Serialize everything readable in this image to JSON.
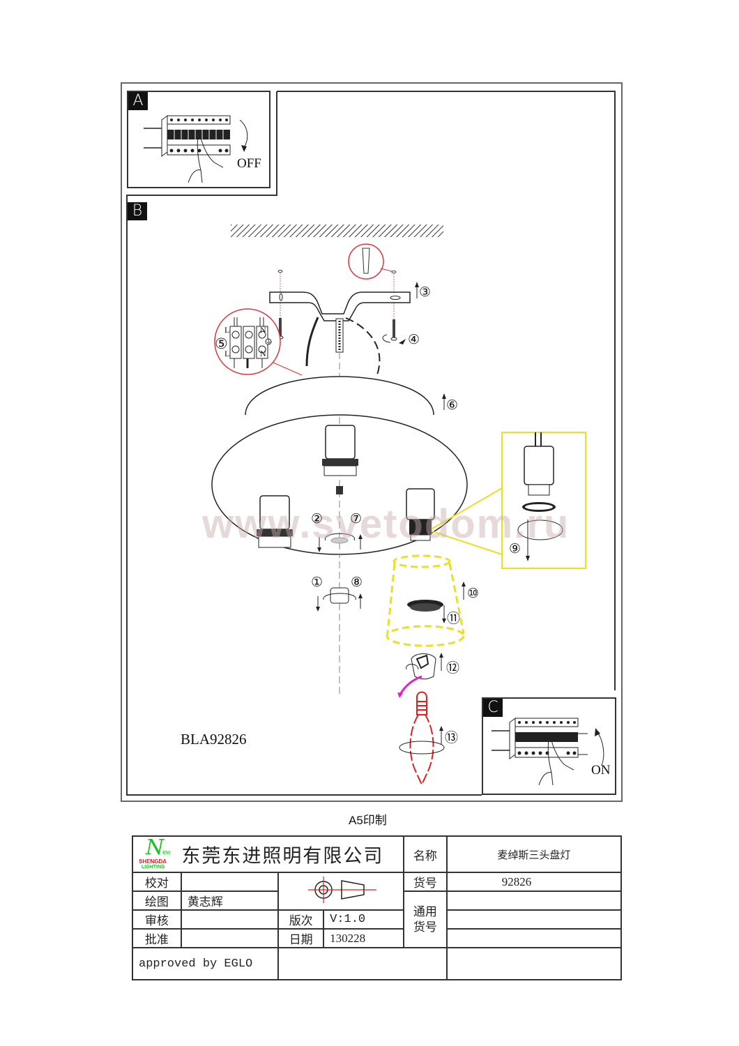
{
  "document": {
    "model_code": "BLA92826",
    "print_size": "A5印制",
    "watermark": "www.svetodom.ru"
  },
  "panels": {
    "a": {
      "label": "A",
      "action": "OFF",
      "icon": "circuit-breaker-icon"
    },
    "b": {
      "label": "B"
    },
    "c": {
      "label": "C",
      "action": "ON",
      "icon": "circuit-breaker-icon"
    }
  },
  "steps": [
    "①",
    "②",
    "③",
    "④",
    "⑤",
    "⑥",
    "⑦",
    "⑧",
    "⑨",
    "⑩",
    "⑪",
    "⑫",
    "⑬"
  ],
  "wiring": {
    "live": "L",
    "neutral": "N",
    "earth": "⏚"
  },
  "title_block": {
    "logo": {
      "top": "ew",
      "brand": "SHENGDA",
      "sub": "LIGHTING"
    },
    "company": "东莞东进照明有限公司",
    "name_label": "名称",
    "name_value": "麦绰斯三头盘灯",
    "item_no_label": "货号",
    "item_no_value": "92826",
    "common_item_label_1": "通用",
    "common_item_label_2": "货号",
    "check_label": "校对",
    "check_value": "",
    "drawing_label": "绘图",
    "drawing_value": "黄志辉",
    "review_label": "审核",
    "review_value": "",
    "approve_label": "批准",
    "approve_value": "",
    "version_label": "版次",
    "version_value": "V:1.0",
    "date_label": "日期",
    "date_value": "130228",
    "approved_by": "approved by EGLO"
  },
  "colors": {
    "callout_red": "#d9363e",
    "highlight_yellow": "#e8e020",
    "arrow_magenta": "#e020d0",
    "bulb_red": "#e02020",
    "logo_green": "#22c022",
    "logo_red": "#e02020"
  }
}
